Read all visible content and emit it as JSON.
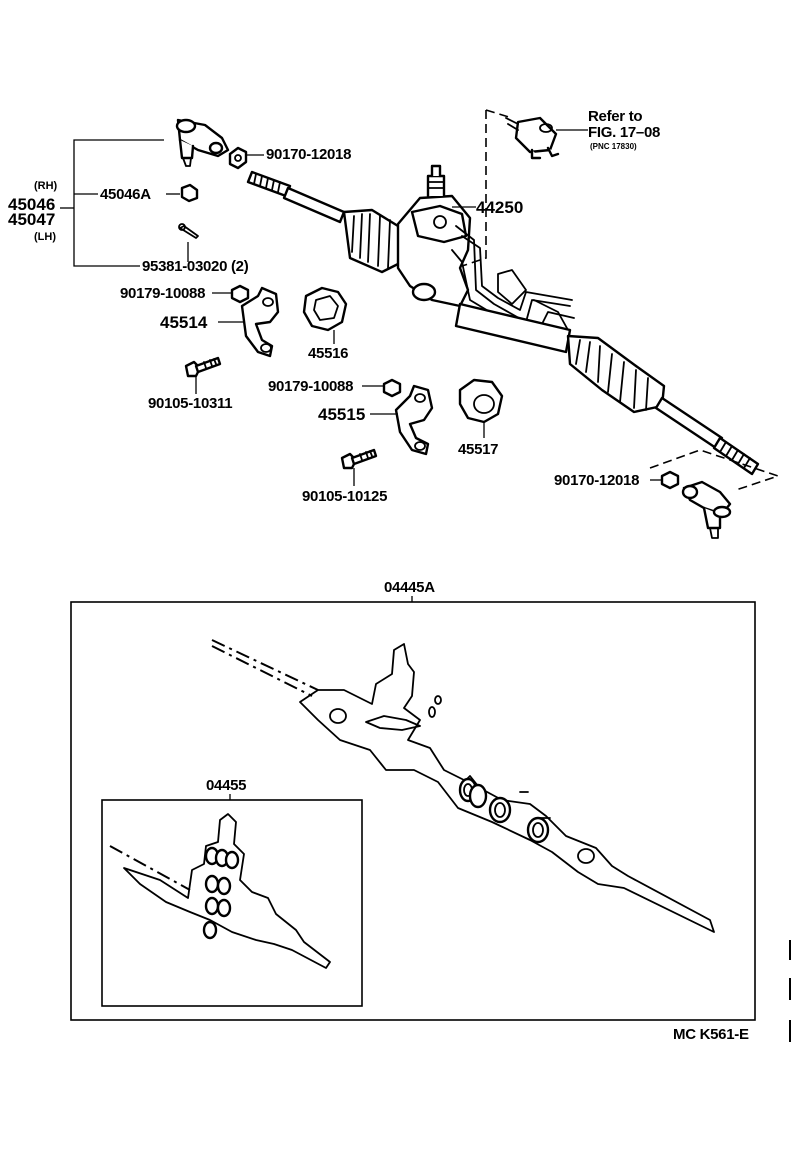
{
  "labels": {
    "rh": "(RH)",
    "lh": "(LH)",
    "tie_rod_rh": "45046",
    "tie_rod_lh": "45047",
    "p45046a": "45046A",
    "p95381": "95381-03020 (2)",
    "p90170_top": "90170-12018",
    "refer_line1": "Refer to",
    "refer_line2": "FIG. 17–08",
    "refer_pnc": "(PNC 17830)",
    "p44250": "44250",
    "p90179_a": "90179-10088",
    "p45514": "45514",
    "p45516": "45516",
    "p90105_a": "90105-10311",
    "p90179_b": "90179-10088",
    "p45515": "45515",
    "p45517": "45517",
    "p90105_b": "90105-10125",
    "p90170_bottom": "90170-12018",
    "kit_main": "04445A",
    "kit_sub": "04455",
    "figure_code": "MC K561-E"
  }
}
